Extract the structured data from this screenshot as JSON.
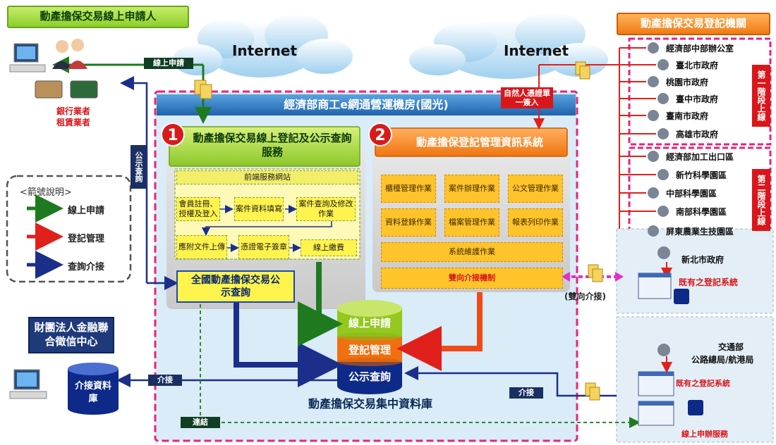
{
  "applicant_title": "動產擔保交易線上申請人",
  "registry_title": "動產擔保交易登記機關",
  "clouds": [
    "Internet",
    "Internet"
  ],
  "bank_label_1": "銀行業者",
  "bank_label_2": "租賃業者",
  "online_apply_tag": "線上申請",
  "public_query_vertical": "公示查詢",
  "main_title": "經濟部商工e網通營運機房(國光)",
  "natural_person_label": "自然人憑證單一簽入",
  "sys1": {
    "num": "1",
    "title": "動產擔保交易線上登記及公示查詢服務",
    "frontend": "前端服務網站",
    "boxes": [
      "會員註冊、授權及登入",
      "案件資料填寫",
      "案件查詢及修改作業",
      "應附文件上傳",
      "憑證電子簽章",
      "線上繳費"
    ],
    "public_query": "全國動產擔保交易公示查詢"
  },
  "sys2": {
    "num": "2",
    "title": "動產擔保登記管理資訊系統",
    "boxes": [
      "櫃檯管理作業",
      "案件辦理作業",
      "公文管理作業",
      "資料登錄作業",
      "檔案管理作業",
      "報表列印作業"
    ],
    "maintenance": "系統維護作業",
    "bidirectional": "雙向介接機制"
  },
  "db": {
    "layers": [
      "線上申請",
      "登記管理",
      "公示查詢"
    ],
    "caption": "動產擔保交易集中資料庫"
  },
  "legend": {
    "title": "<箭號說明>",
    "items": [
      {
        "label": "線上申請",
        "color": "#1f7a1f"
      },
      {
        "label": "登記管理",
        "color": "#e0201a"
      },
      {
        "label": "查詢介接",
        "color": "#1b2f8a"
      }
    ]
  },
  "credit_center": "財團法人金融聯合徵信中心",
  "interface_db": "介接資料庫",
  "connect_label_1": "介接",
  "connect_label_2": "介接",
  "link_label": "連結",
  "bidirectional_label": "(雙向介接)",
  "tier1_label": "第一階段上線",
  "tier2_label": "第二階段上線",
  "tier1_offices": [
    "經濟部中部辦公室",
    "臺北市政府",
    "桃園市政府",
    "臺中市政府",
    "臺南市政府",
    "高雄市政府"
  ],
  "tier2_offices": [
    "經濟部加工出口區",
    "新竹科學園區",
    "中部科學園區",
    "南部科學園區",
    "屏東農業生技園區"
  ],
  "new_taipei": "新北市政府",
  "existing_system_1": "既有之登記系統",
  "transport": "交通部",
  "highway": "公路總局/航港局",
  "existing_system_2": "既有之登記系統",
  "online_service": "線上申辦服務"
}
